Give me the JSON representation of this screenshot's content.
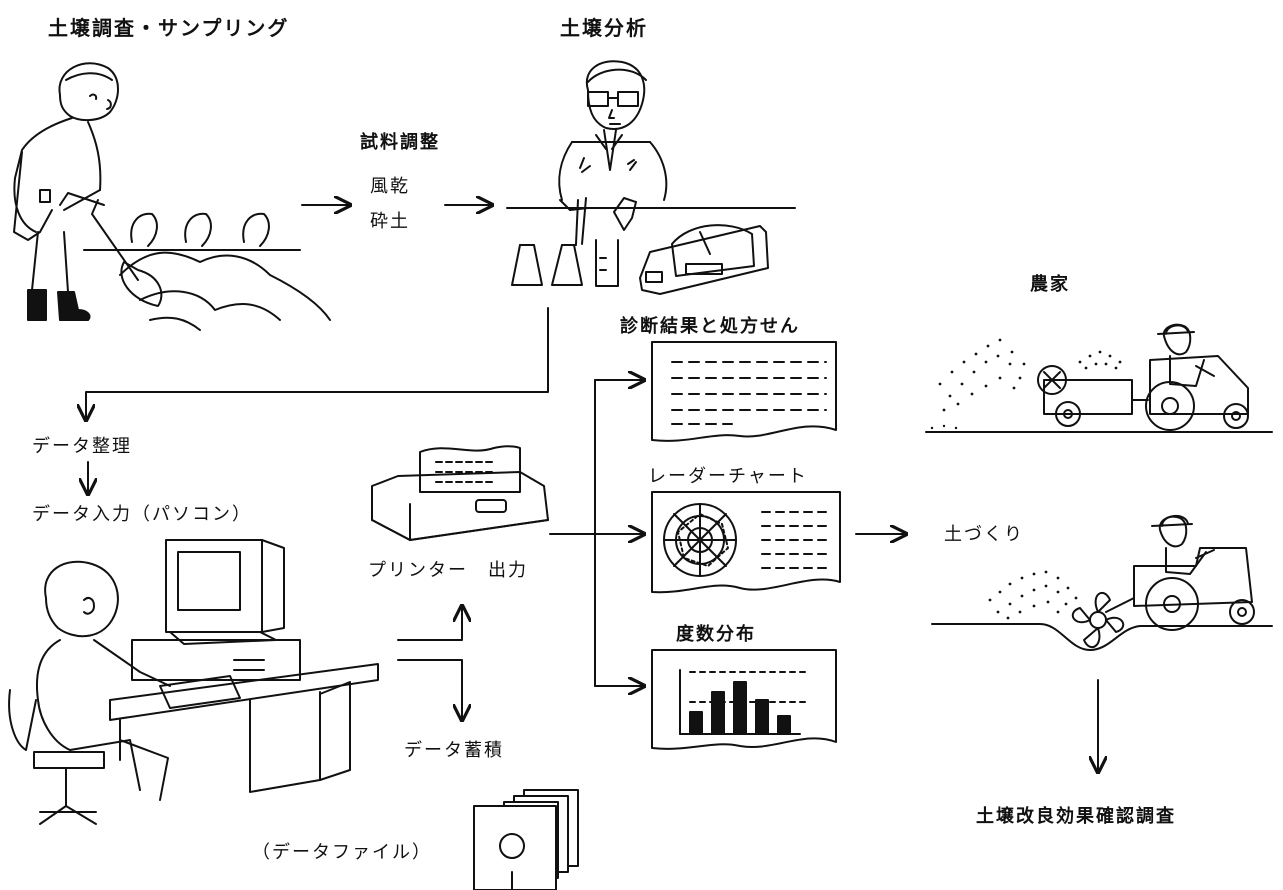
{
  "labels": {
    "soil_survey": "土壌調査・サンプリング",
    "soil_analysis": "土壌分析",
    "sample_prep": "試料調整",
    "air_dry": "風乾",
    "crush": "砕土",
    "data_org": "データ整理",
    "data_input": "データ入力（パソコン）",
    "printer_out": "プリンター　出力",
    "data_store": "データ蓄積",
    "data_file": "（データファイル）",
    "diag_result": "診断結果と処方せん",
    "radar": "レーダーチャート",
    "freq": "度数分布",
    "farmer": "農家",
    "soil_making": "土づくり",
    "check_survey": "土壌改良効果確認調査"
  }
}
